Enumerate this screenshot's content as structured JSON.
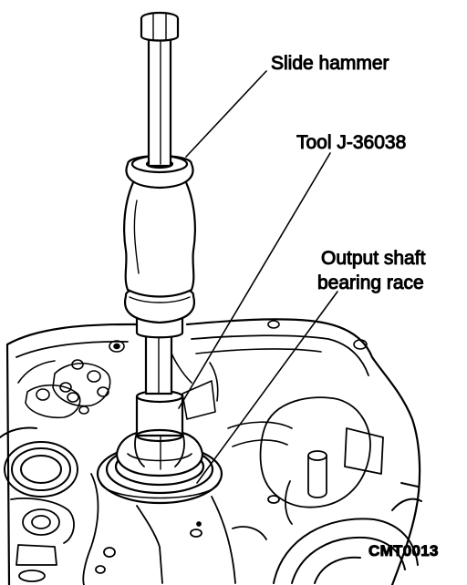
{
  "diagram": {
    "labels": {
      "slide_hammer": "Slide hammer",
      "tool": "Tool J-36038",
      "output_shaft_line1": "Output shaft",
      "output_shaft_line2": "bearing race"
    },
    "figure_code": "CMT0013",
    "colors": {
      "ink": "#000000",
      "paper": "#ffffff"
    }
  }
}
